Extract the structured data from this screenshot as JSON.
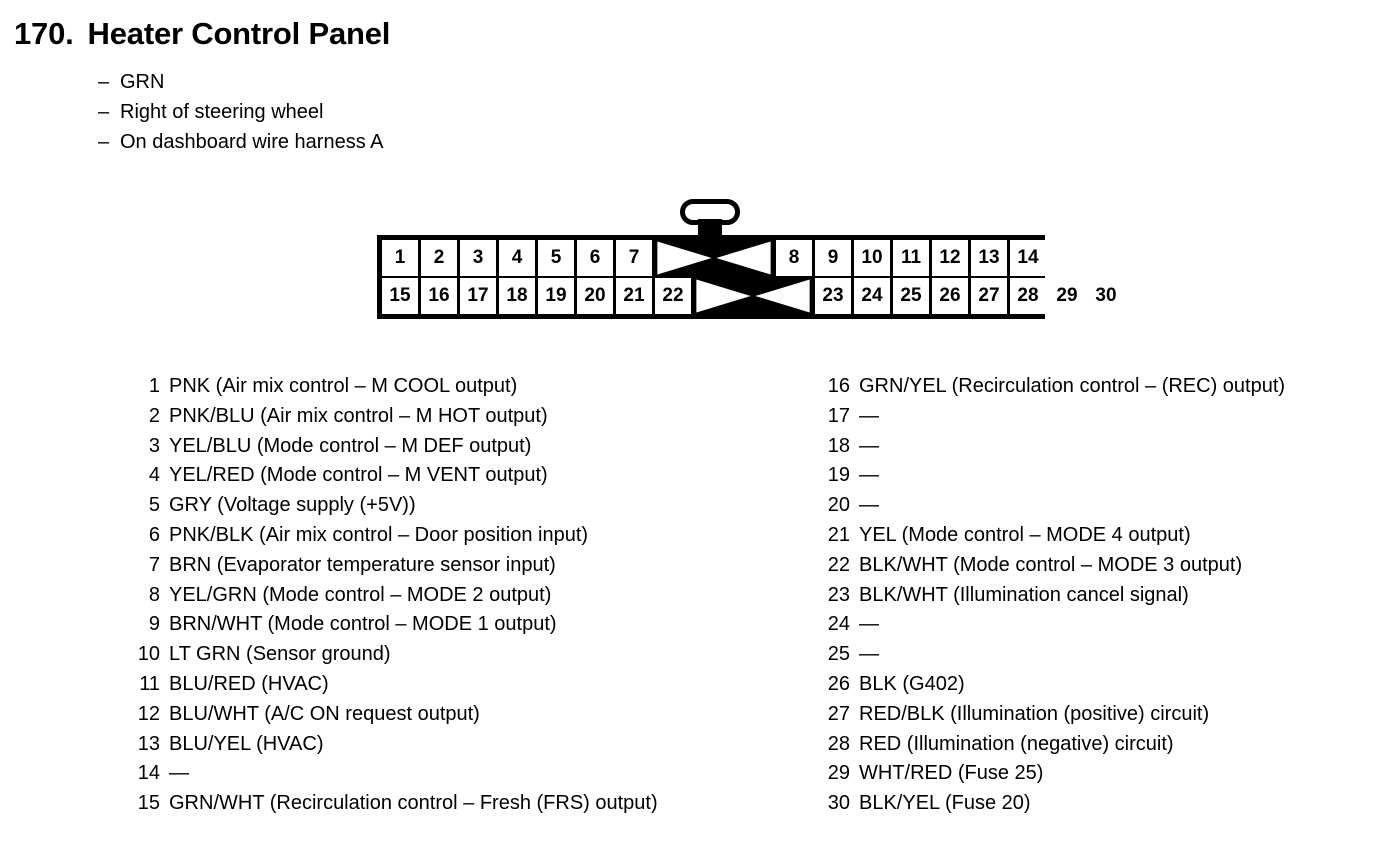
{
  "title": {
    "number": "170.",
    "name": "Heater Control Panel"
  },
  "meta": {
    "dash": "–",
    "items": [
      "GRN",
      "Right of steering wheel",
      "On dashboard wire harness A"
    ]
  },
  "connector": {
    "icon": "connector-lock-tab",
    "blank_marker": "X",
    "top_row": [
      "1",
      "2",
      "3",
      "4",
      "5",
      "6",
      "7",
      "",
      "8",
      "9",
      "10",
      "11",
      "12",
      "13",
      "14"
    ],
    "bottom_row": [
      "15",
      "16",
      "17",
      "18",
      "19",
      "20",
      "21",
      "22",
      "",
      "23",
      "24",
      "25",
      "26",
      "27",
      "28",
      "29",
      "30"
    ]
  },
  "legend": {
    "empty_desc": "—",
    "left": [
      {
        "pin": "1",
        "desc": "PNK (Air mix control – M COOL output)"
      },
      {
        "pin": "2",
        "desc": "PNK/BLU (Air mix control – M HOT output)"
      },
      {
        "pin": "3",
        "desc": "YEL/BLU (Mode control – M DEF output)"
      },
      {
        "pin": "4",
        "desc": "YEL/RED (Mode control – M VENT output)"
      },
      {
        "pin": "5",
        "desc": "GRY (Voltage supply (+5V))"
      },
      {
        "pin": "6",
        "desc": "PNK/BLK (Air mix control – Door position input)"
      },
      {
        "pin": "7",
        "desc": "BRN (Evaporator temperature sensor input)"
      },
      {
        "pin": "8",
        "desc": "YEL/GRN (Mode control – MODE 2 output)"
      },
      {
        "pin": "9",
        "desc": "BRN/WHT (Mode control – MODE 1 output)"
      },
      {
        "pin": "10",
        "desc": "LT GRN (Sensor ground)"
      },
      {
        "pin": "11",
        "desc": "BLU/RED (HVAC)"
      },
      {
        "pin": "12",
        "desc": "BLU/WHT (A/C ON request output)"
      },
      {
        "pin": "13",
        "desc": "BLU/YEL (HVAC)"
      },
      {
        "pin": "14",
        "desc": "—"
      },
      {
        "pin": "15",
        "desc": "GRN/WHT (Recirculation control – Fresh (FRS) output)"
      }
    ],
    "right": [
      {
        "pin": "16",
        "desc": "GRN/YEL (Recirculation control – (REC) output)"
      },
      {
        "pin": "17",
        "desc": "—"
      },
      {
        "pin": "18",
        "desc": "—"
      },
      {
        "pin": "19",
        "desc": "—"
      },
      {
        "pin": "20",
        "desc": "—"
      },
      {
        "pin": "21",
        "desc": "YEL (Mode control – MODE 4 output)"
      },
      {
        "pin": "22",
        "desc": "BLK/WHT (Mode control – MODE 3 output)"
      },
      {
        "pin": "23",
        "desc": "BLK/WHT (Illumination cancel signal)"
      },
      {
        "pin": "24",
        "desc": "—"
      },
      {
        "pin": "25",
        "desc": "—"
      },
      {
        "pin": "26",
        "desc": "BLK (G402)"
      },
      {
        "pin": "27",
        "desc": "RED/BLK (Illumination (positive) circuit)"
      },
      {
        "pin": "28",
        "desc": "RED (Illumination (negative) circuit)"
      },
      {
        "pin": "29",
        "desc": "WHT/RED (Fuse 25)"
      },
      {
        "pin": "30",
        "desc": "BLK/YEL (Fuse 20)"
      }
    ]
  },
  "colors": {
    "ink": "#000000",
    "paper": "#ffffff"
  }
}
